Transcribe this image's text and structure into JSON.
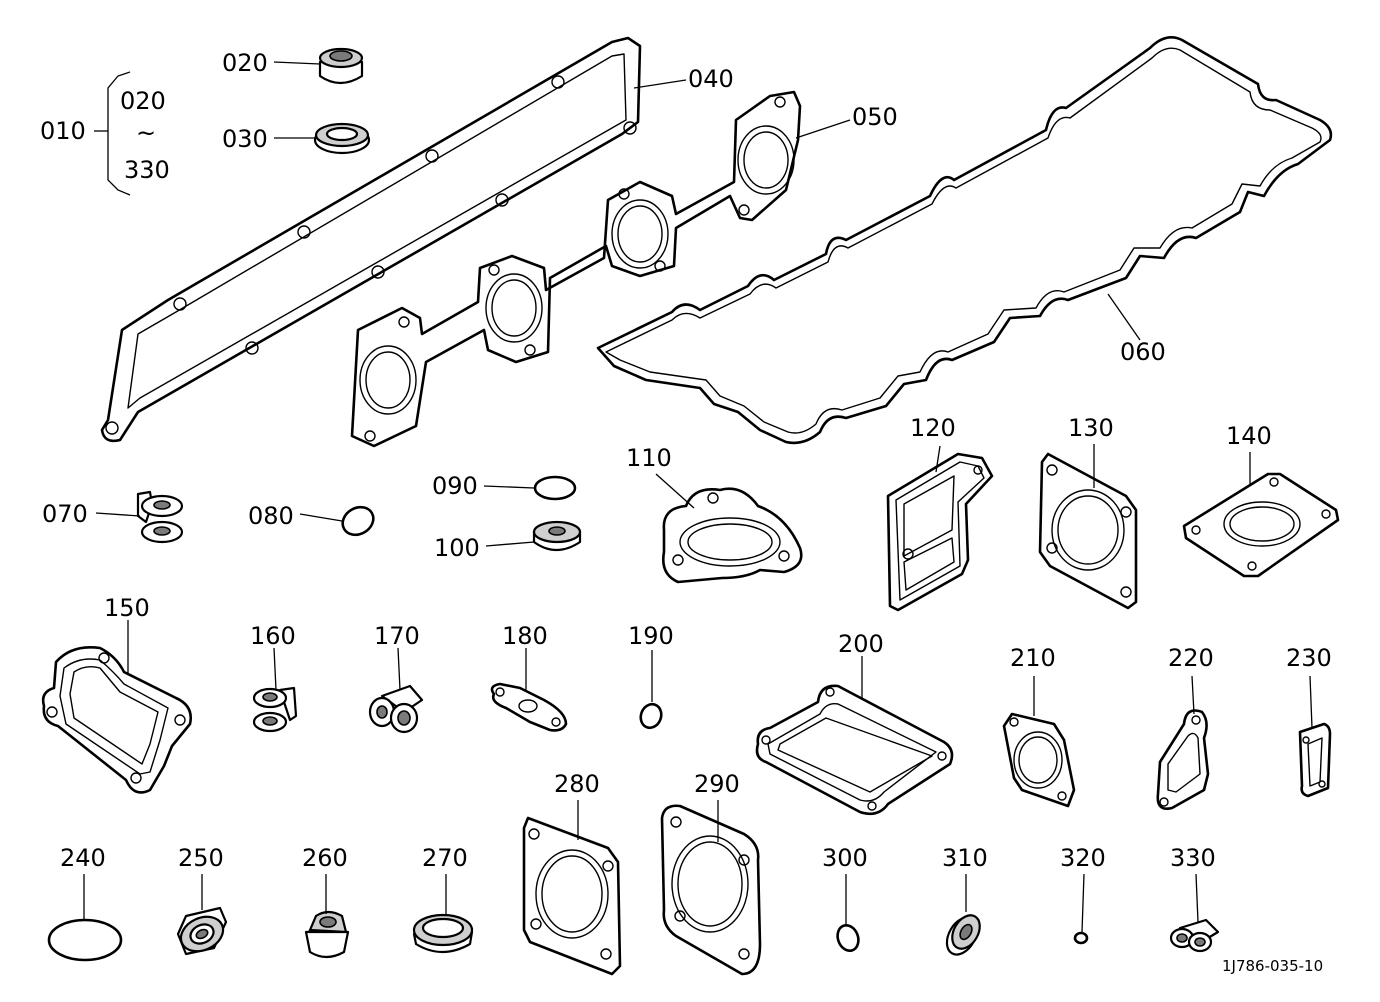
{
  "labels": {
    "p010": "010",
    "p010_from": "020",
    "p010_tilde": "~",
    "p010_to": "330",
    "p020": "020",
    "p030": "030",
    "p040": "040",
    "p050": "050",
    "p060": "060",
    "p070": "070",
    "p080": "080",
    "p090": "090",
    "p100": "100",
    "p110": "110",
    "p120": "120",
    "p130": "130",
    "p140": "140",
    "p150": "150",
    "p160": "160",
    "p170": "170",
    "p180": "180",
    "p190": "190",
    "p200": "200",
    "p210": "210",
    "p220": "220",
    "p230": "230",
    "p240": "240",
    "p250": "250",
    "p260": "260",
    "p270": "270",
    "p280": "280",
    "p290": "290",
    "p300": "300",
    "p310": "310",
    "p320": "320",
    "p330": "330"
  },
  "reference": "1J786-035-10"
}
